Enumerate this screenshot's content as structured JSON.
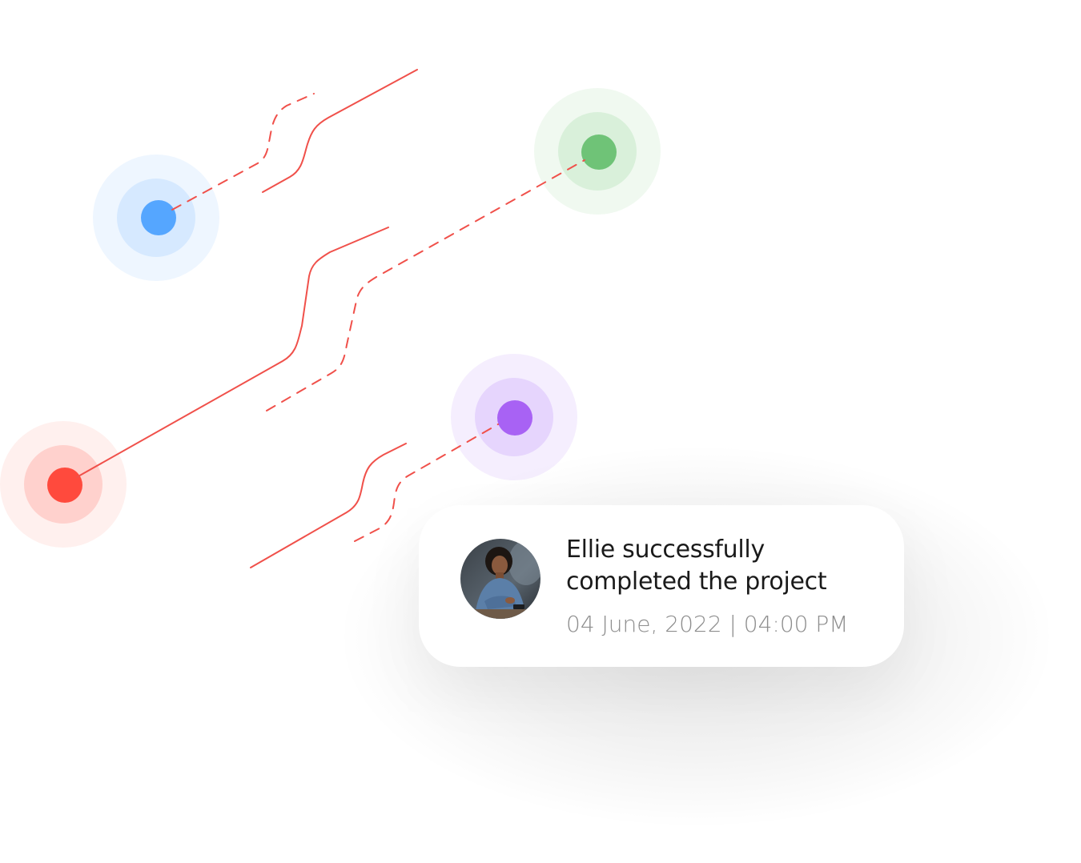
{
  "notification": {
    "title": "Ellie successfully completed the project",
    "meta": "04 June, 2022 | 04:00 PM",
    "avatar_icon": "user-avatar-icon"
  },
  "markers": [
    {
      "name": "blue-marker",
      "color": "#55a6ff",
      "halo": "#d6e9ff",
      "outer": "#eef6ff"
    },
    {
      "name": "green-marker",
      "color": "#6fc377",
      "halo": "#d9f0da",
      "outer": "#f0f9f0"
    },
    {
      "name": "red-marker",
      "color": "#ff4a3d",
      "halo": "#ffd1cd",
      "outer": "#fff0ee"
    },
    {
      "name": "purple-marker",
      "color": "#a862f4",
      "halo": "#e6d5fd",
      "outer": "#f5eefe"
    }
  ],
  "accent_line_color": "#f0504a"
}
